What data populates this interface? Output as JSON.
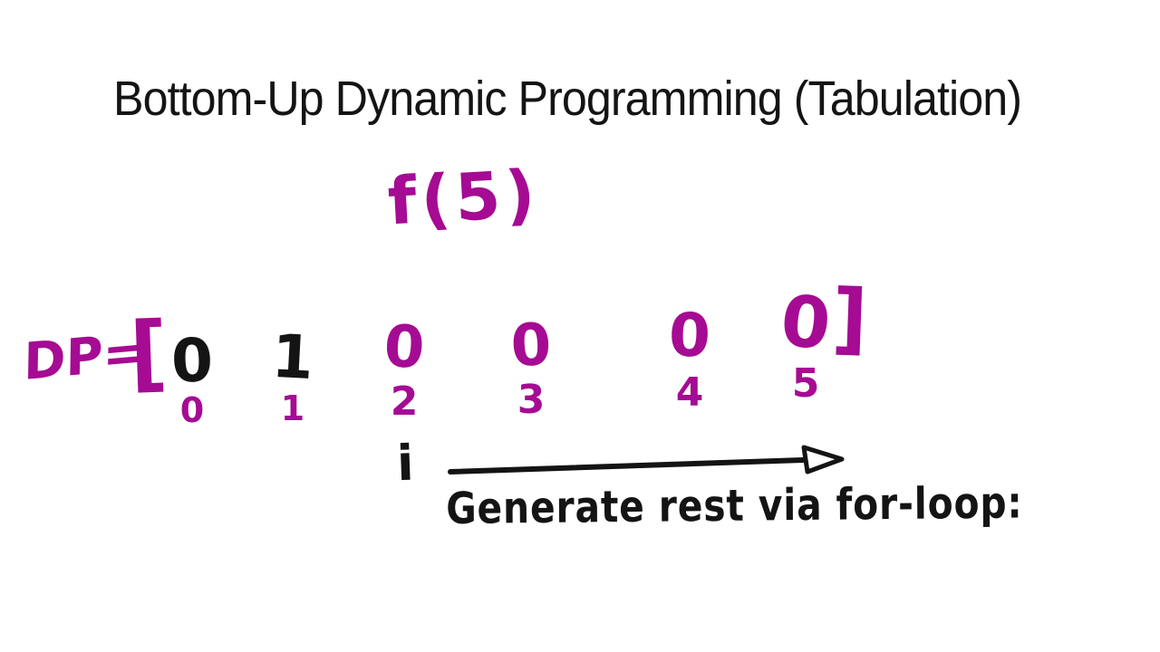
{
  "slide": {
    "title": "Bottom-Up Dynamic Programming (Tabulation)"
  },
  "annotations": {
    "function_call": "f(5)",
    "loop_variable": "i",
    "for_loop_note": "Generate rest via for-loop:"
  },
  "dp": {
    "label": "DP=",
    "open_bracket": "[",
    "close_bracket": "]",
    "cells": [
      {
        "value": "0",
        "index": "0",
        "ink": "black"
      },
      {
        "value": "1",
        "index": "1",
        "ink": "black"
      },
      {
        "value": "0",
        "index": "2",
        "ink": "magenta"
      },
      {
        "value": "0",
        "index": "3",
        "ink": "magenta"
      },
      {
        "value": "0",
        "index": "4",
        "ink": "magenta"
      },
      {
        "value": "0",
        "index": "5",
        "ink": "magenta"
      }
    ]
  },
  "colors": {
    "background": "#ffffff",
    "ink_black": "#141414",
    "ink_magenta": "#a50b93"
  }
}
